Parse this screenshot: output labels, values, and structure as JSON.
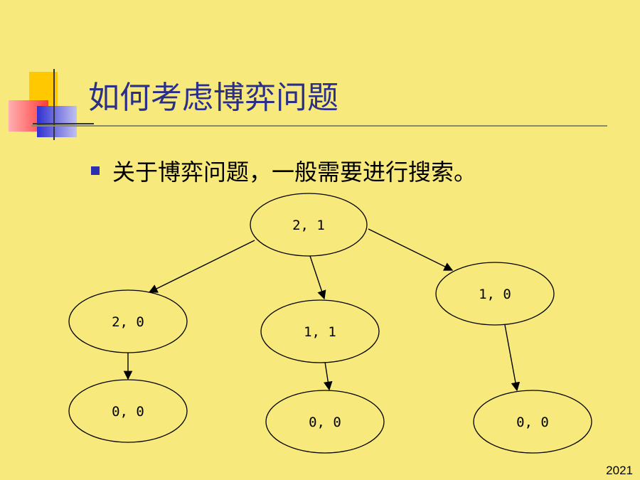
{
  "slide": {
    "title": "如何考虑博弈问题",
    "bullet": "关于博弈问题，一般需要进行搜索。",
    "page_number": "2021"
  },
  "colors": {
    "background": "#f7e97c",
    "title": "#2b2f8a",
    "bullet_marker": "#2b2fb0"
  },
  "tree": {
    "nodes": [
      {
        "id": "root",
        "label": "2, 1"
      },
      {
        "id": "a",
        "label": "2, 0"
      },
      {
        "id": "b",
        "label": "1, 1"
      },
      {
        "id": "c",
        "label": "1, 0"
      },
      {
        "id": "a1",
        "label": "0, 0"
      },
      {
        "id": "b1",
        "label": "0, 0"
      },
      {
        "id": "c1",
        "label": "0, 0"
      }
    ],
    "edges": [
      {
        "from": "root",
        "to": "a"
      },
      {
        "from": "root",
        "to": "b"
      },
      {
        "from": "root",
        "to": "c"
      },
      {
        "from": "a",
        "to": "a1"
      },
      {
        "from": "b",
        "to": "b1"
      },
      {
        "from": "c",
        "to": "c1"
      }
    ]
  }
}
